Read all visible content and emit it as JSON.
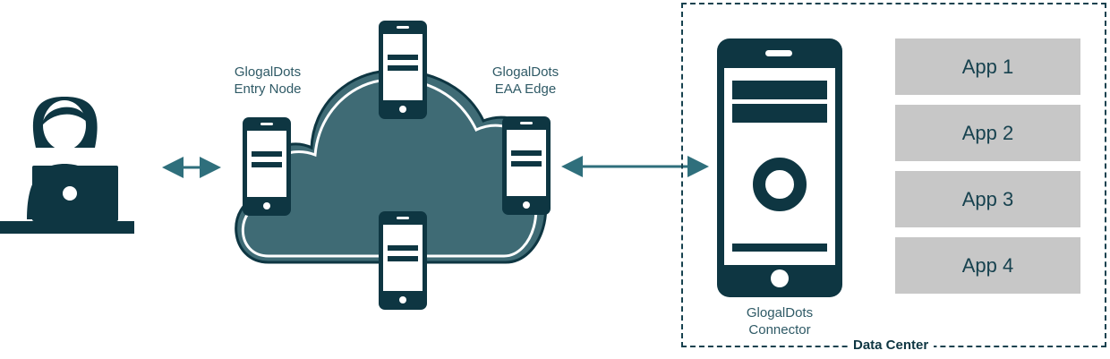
{
  "nodes": {
    "entry_node": {
      "line1": "GlogalDots",
      "line2": "Entry Node"
    },
    "eaa_edge": {
      "line1": "GlogalDots",
      "line2": "EAA Edge"
    },
    "connector": {
      "line1": "GlogalDots",
      "line2": "Connector"
    }
  },
  "data_center": {
    "label": "Data Center"
  },
  "apps": [
    "App 1",
    "App 2",
    "App 3",
    "App 4"
  ],
  "colors": {
    "dark_teal": "#0e3642",
    "cloud_fill": "#3f6b75",
    "arrow": "#2f6f7c",
    "app_box": "#c7c7c7",
    "text": "#2f5a66"
  },
  "icons": {
    "user": "user-laptop-icon",
    "cloud": "cloud-icon",
    "phone": "mobile-device-icon"
  }
}
